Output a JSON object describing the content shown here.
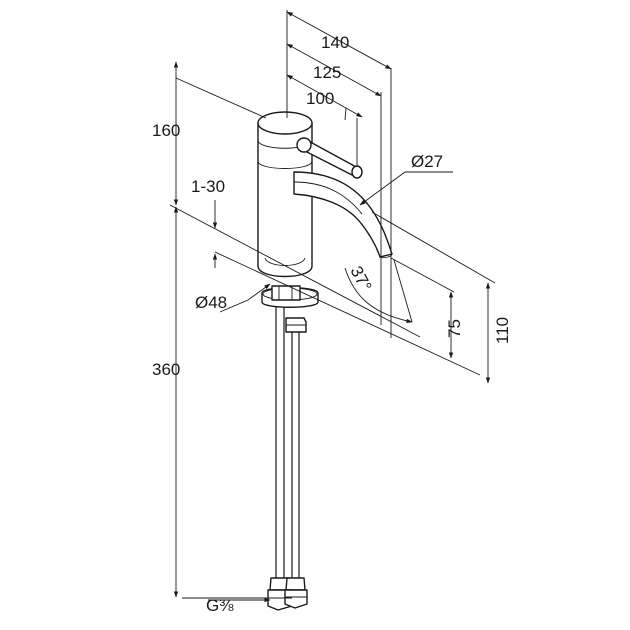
{
  "dimensions": {
    "d140": "140",
    "d125": "125",
    "d100": "100",
    "d160": "160",
    "d1_30": "1-30",
    "d27": "Ø27",
    "d48": "Ø48",
    "d37": "37°",
    "d75": "75",
    "d110": "110",
    "d360": "360",
    "thread": "G⅜"
  }
}
